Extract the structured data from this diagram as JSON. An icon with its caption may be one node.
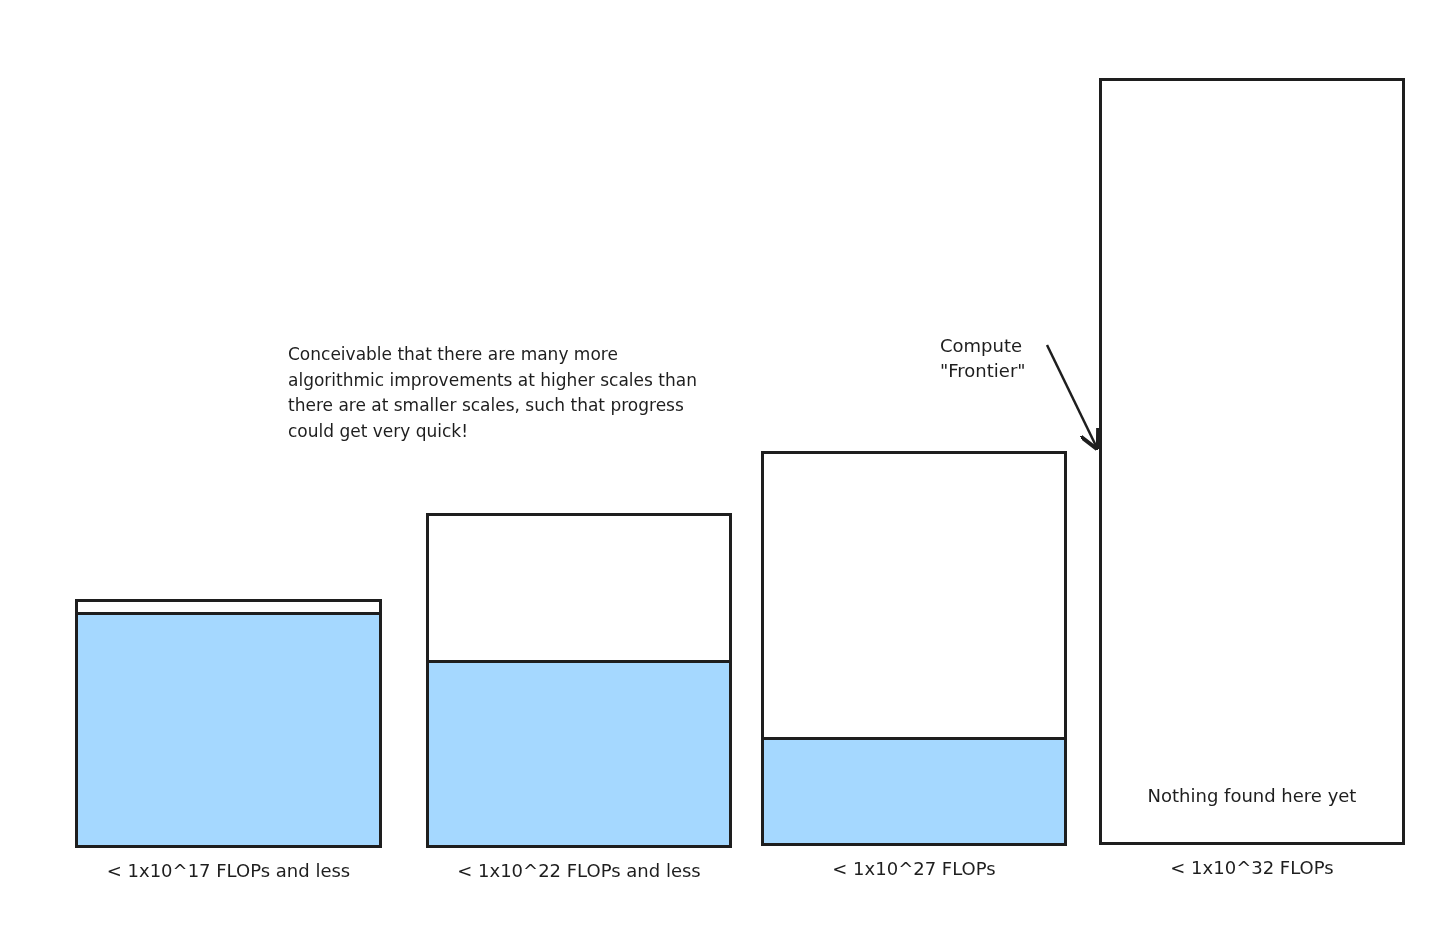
{
  "diagram": {
    "nodes": [
      {
        "text": [],
        "shape": "box",
        "beside": [
          "< 1x10^17 FLOPs and less"
        ]
      },
      {
        "text": [],
        "shape": "box",
        "beside": [
          "< 1x10^22 FLOPs and less"
        ]
      },
      {
        "text": [],
        "shape": "box",
        "beside": [
          "< 1x10^27 FLOPs"
        ]
      },
      {
        "text": [
          "Nothing found here yet"
        ],
        "beside": [
          "< 1x10^32 FLOPs"
        ]
      },
      {
        "text": [
          "Compute \"Frontier\""
        ]
      }
    ],
    "edges": [
      {
        "from": 4,
        "to": 3,
        "arrow": "to"
      }
    ],
    "labels": [
      "Conceivable that there are many more algorithmic improvements at higher scales than there are at smaller scales, such that progress could get very quick!"
    ]
  }
}
